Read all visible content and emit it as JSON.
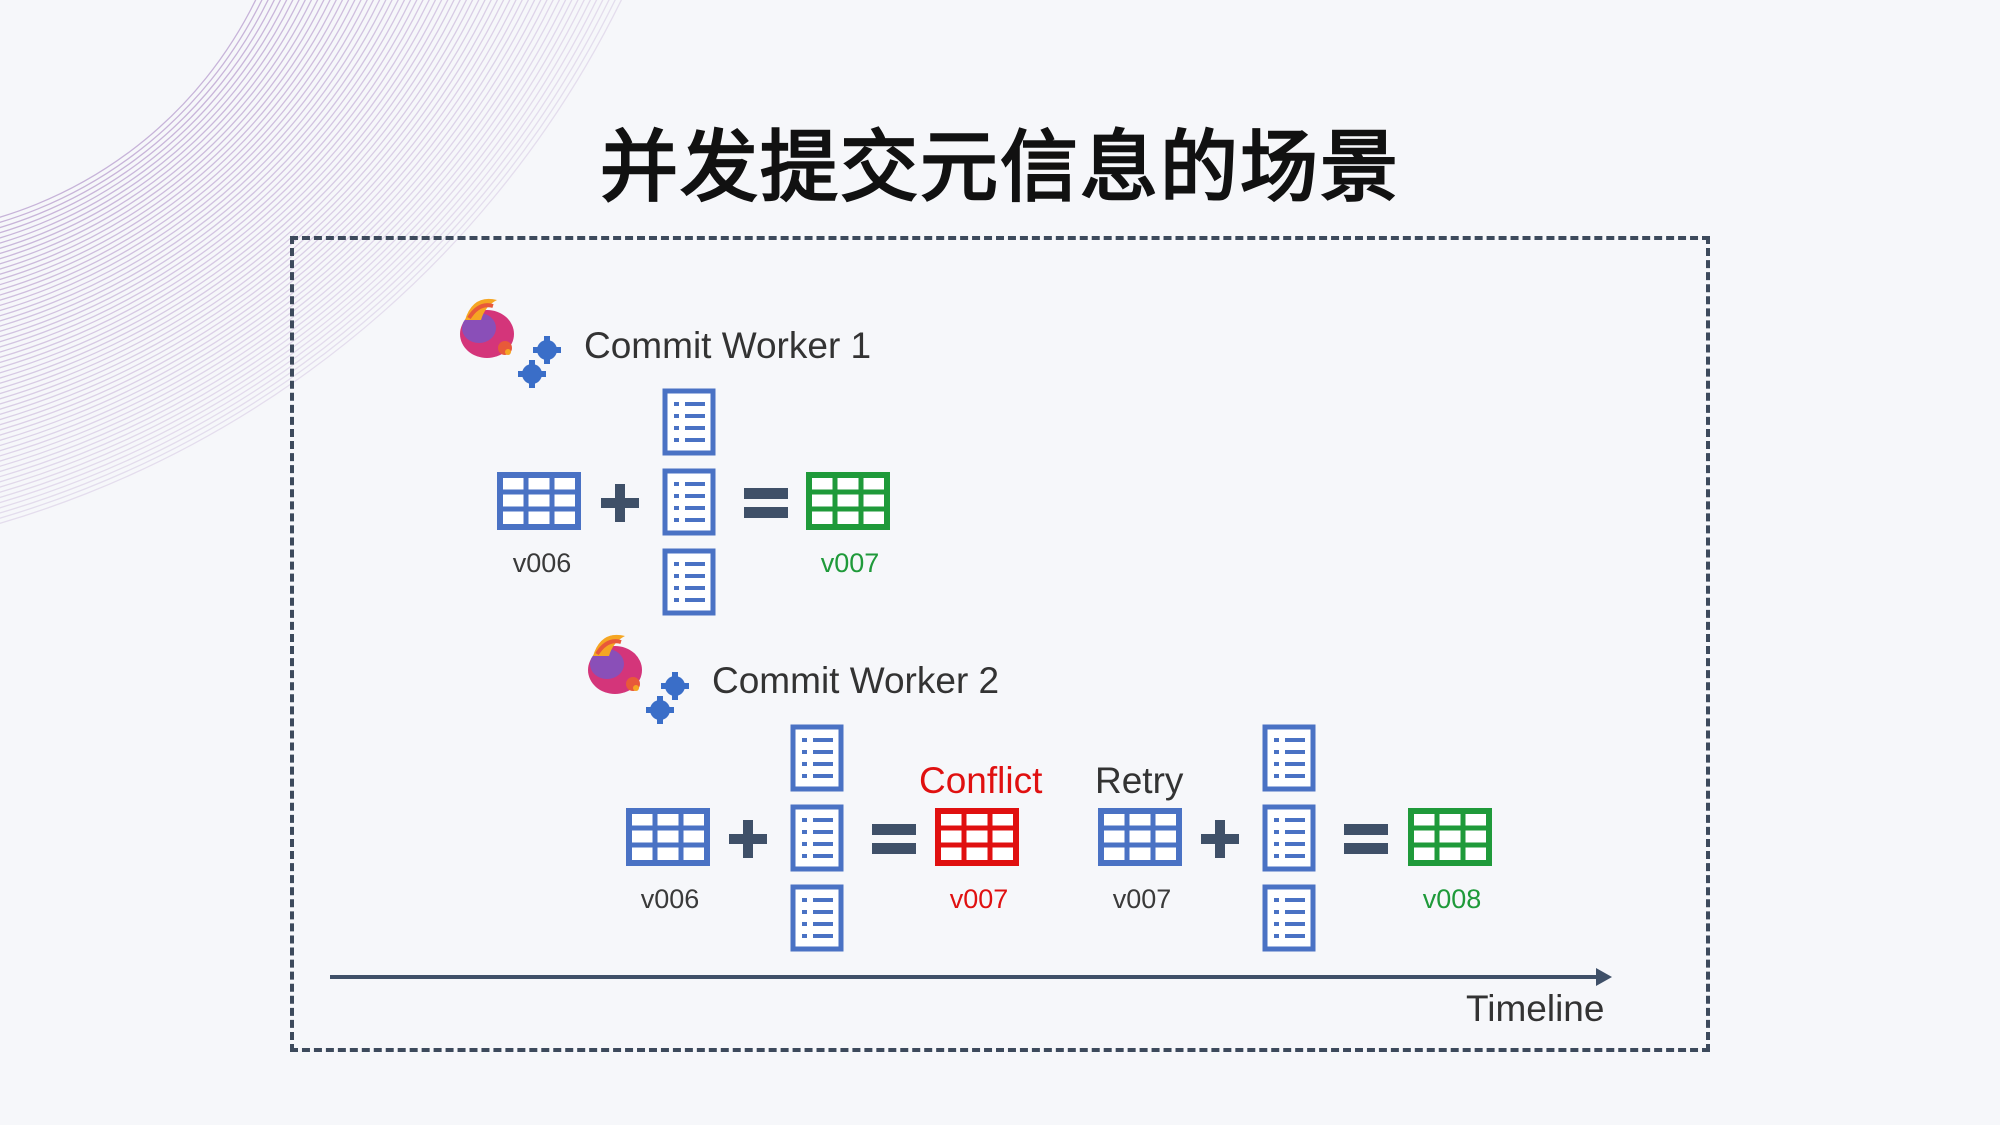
{
  "title": "并发提交元信息的场景",
  "colors": {
    "frame": "#3d4a5c",
    "table_blue": "#4a72c4",
    "table_green": "#1f9a3a",
    "table_red": "#e01010",
    "operator": "#3f5068",
    "deco_lines": "#b79ccd"
  },
  "worker1": {
    "label": "Commit Worker 1",
    "icon": "flink-squirrel-gear-icon",
    "base_version": "v006",
    "result_version": "v007"
  },
  "worker2": {
    "label": "Commit Worker 2",
    "icon": "flink-squirrel-gear-icon",
    "base_version": "v006",
    "conflict_label": "Conflict",
    "conflict_version": "v007",
    "retry_label": "Retry",
    "retry_base_version": "v007",
    "result_version": "v008"
  },
  "timeline": {
    "label": "Timeline"
  }
}
